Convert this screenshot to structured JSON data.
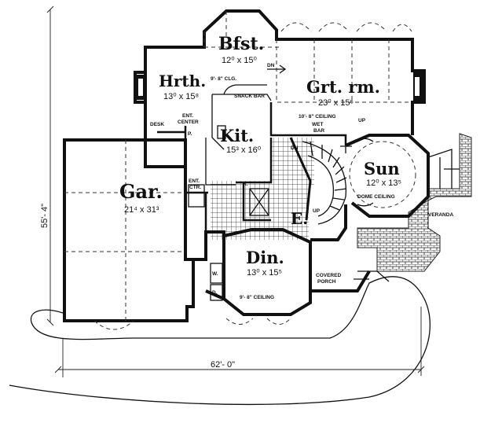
{
  "rooms": {
    "breakfast": {
      "name": "Bfst.",
      "size": "12⁰ x 15⁰"
    },
    "hearth": {
      "name": "Hrth.",
      "size": "13⁰ x 15⁸"
    },
    "kitchen": {
      "name": "Kit.",
      "size": "15³ x 16⁰"
    },
    "great_room": {
      "name": "Grt. rm.",
      "size": "23⁰ x 15⁵"
    },
    "sun": {
      "name": "Sun",
      "size": "12⁰ x 13⁵"
    },
    "garage": {
      "name": "Gar.",
      "size": "21⁴ x 31³"
    },
    "dining": {
      "name": "Din.",
      "size": "13⁰ x 15⁵"
    },
    "entry": {
      "name": "E."
    }
  },
  "notes": {
    "dn_bfst": "DN",
    "clg_hearth": "9'- 8\" CLG.",
    "snack_bar": "SNACK BAR",
    "desk": "DESK",
    "ent_center_1": "ENT.",
    "ent_center_2": "CENTER",
    "p": "P.",
    "r": "R.",
    "ent_1": "ENT.",
    "ent_2": "CTR.",
    "grt_ceiling": "10'- 8\" CEILING",
    "wet_1": "WET",
    "wet_2": "BAR",
    "up_grt": "UP",
    "dn_stair": "DN",
    "up_stair": "UP",
    "dome_ceiling": "DOME CEILING",
    "veranda": "VERANDA",
    "covered_1": "COVERED",
    "covered_2": "PORCH",
    "din_ceiling": "9'- 8\" CEILING",
    "w": "W.",
    "d": "D."
  },
  "dimensions": {
    "width": "62'- 0\"",
    "depth": "55'- 4\""
  }
}
